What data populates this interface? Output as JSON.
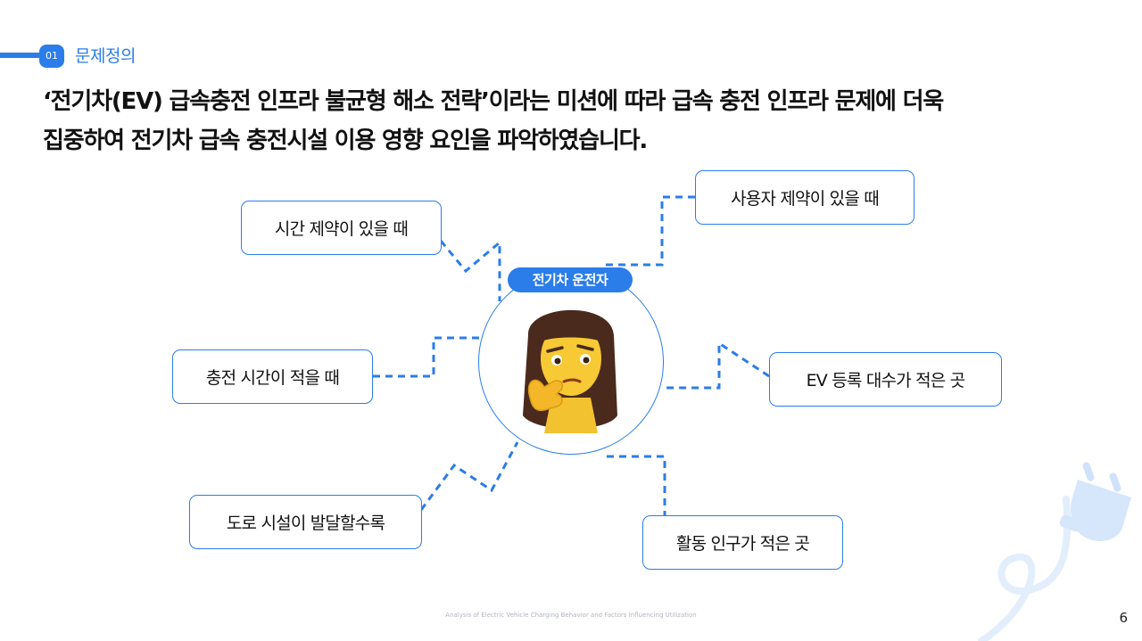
{
  "section": {
    "number": "01",
    "title": "문제정의"
  },
  "headline": {
    "line1": "‘전기차(EV) 급속충전 인프라 불균형 해소 전략’이라는 미션에 따라 급속 충전 인프라 문제에 더욱",
    "line2": "집중하여 전기차 급속 충전시설 이용 영향 요인을 파악하였습니다."
  },
  "center": {
    "label": "전기차 운전자",
    "avatar_icon": "thinking-woman-memoji-icon"
  },
  "factors": [
    {
      "label": "시간 제약이 있을 때"
    },
    {
      "label": "사용자 제약이 있을 때"
    },
    {
      "label": "충전 시간이 적을 때"
    },
    {
      "label": "EV 등록 대수가 적은 곳"
    },
    {
      "label": "도로 시설이 발달할수록"
    },
    {
      "label": "활동 인구가 적은 곳"
    }
  ],
  "footer": {
    "text": "Analysis of Electric Vehicle Charging Behavior and Factors Influencing Utilization"
  },
  "page_number": "6",
  "colors": {
    "accent": "#2b7de9",
    "text": "#111111",
    "decor": "#dbe9fb"
  }
}
